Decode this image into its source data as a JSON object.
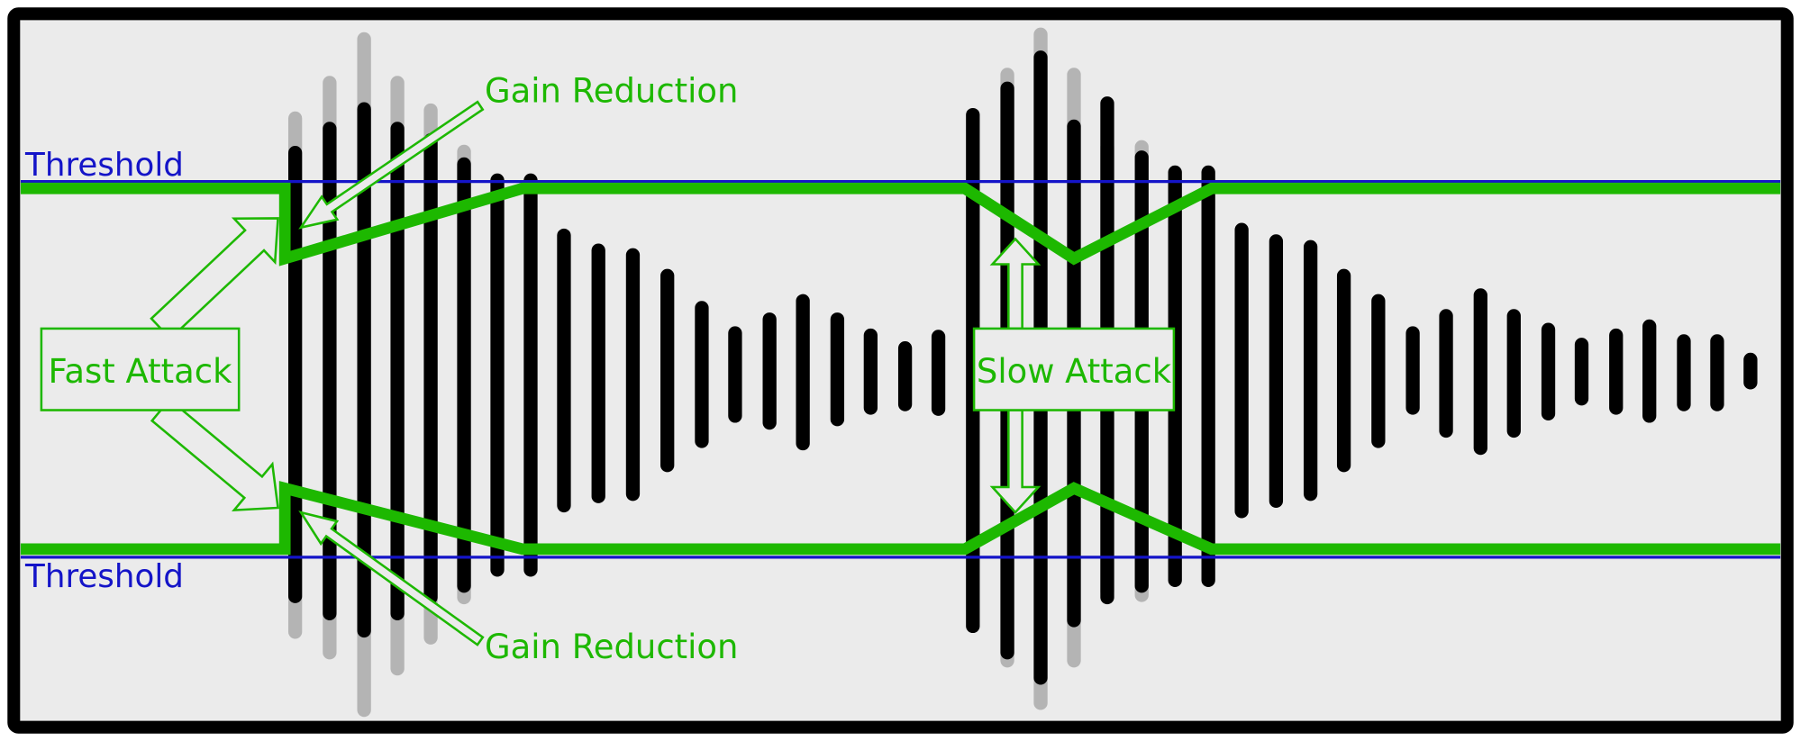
{
  "diagram": {
    "threshold_top_label": "Threshold",
    "threshold_bottom_label": "Threshold",
    "gain_reduction_top_label": "Gain Reduction",
    "gain_reduction_bottom_label": "Gain Reduction",
    "fast_attack_label": "Fast Attack",
    "slow_attack_label": "Slow Attack"
  },
  "colors": {
    "background": "#ebebeb",
    "border": "#000000",
    "threshold": "#1414c8",
    "gain": "#1db800",
    "bar": "#000000",
    "bar_original": "#b4b4b4"
  }
}
